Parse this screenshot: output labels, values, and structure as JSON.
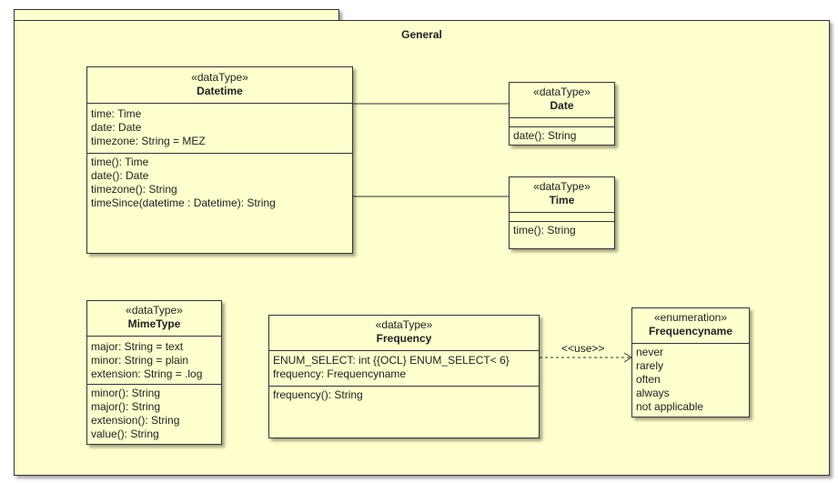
{
  "package": {
    "name": "General"
  },
  "classes": {
    "datetime": {
      "stereotype": "«dataType»",
      "name": "Datetime",
      "attributes": [
        "time: Time",
        "date: Date",
        "timezone: String = MEZ"
      ],
      "operations": [
        "time(): Time",
        "date(): Date",
        "timezone(): String",
        "timeSince(datetime : Datetime): String"
      ]
    },
    "date": {
      "stereotype": "«dataType»",
      "name": "Date",
      "attributes": [],
      "operations": [
        "date(): String"
      ]
    },
    "time": {
      "stereotype": "«dataType»",
      "name": "Time",
      "attributes": [],
      "operations": [
        "time(): String"
      ]
    },
    "mimetype": {
      "stereotype": "«dataType»",
      "name": "MimeType",
      "attributes": [
        "major: String = text",
        "minor: String = plain",
        "extension: String = .log"
      ],
      "operations": [
        "minor(): String",
        "major(): String",
        "extension(): String",
        "value(): String"
      ]
    },
    "frequency": {
      "stereotype": "«dataType»",
      "name": "Frequency",
      "attributes": [
        "ENUM_SELECT: int {{OCL} ENUM_SELECT< 6}",
        "frequency: Frequencyname"
      ],
      "operations": [
        "frequency(): String"
      ]
    },
    "frequencyname": {
      "stereotype": "«enumeration»",
      "name": "Frequencyname",
      "literals": [
        "never",
        "rarely",
        "often",
        "always",
        "not applicable"
      ]
    }
  },
  "relations": {
    "use_label": "<<use>>"
  }
}
